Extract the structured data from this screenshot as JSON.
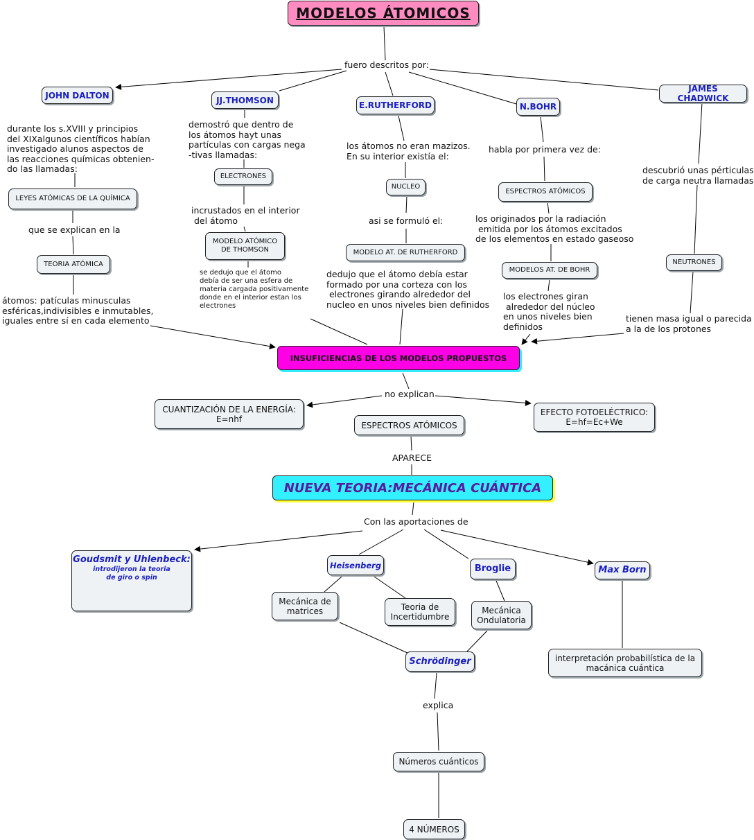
{
  "title": "MODELOS  ÁTOMICOS",
  "linking": {
    "fuero": "fuero descritos por:",
    "dalton_desc": "durante los s.XVIII y principios\ndel XIXalgunos científicos habían\ninvestigado alunos aspectos de\nlas reacciones químicas obtenien-\ndo las llamadas:",
    "que_se_explican": "que se explican en la",
    "atomos_dalton": "átomos: patículas minusculas\nesféricas,indivisibles e inmutables,\niguales entre sí en cada elemento",
    "thomson_desc": "demostró que dentro de\nlos átomos hayt unas\npartículas con cargas nega\n-tivas llamadas:",
    "incrustados": "incrustados en el interior\n del átomo",
    "thomson_dedujo": "se dedujo que el átomo\ndebía de ser una esfera de\nmateria cargada positivamente\ndonde en el interior estan los\nelectrones",
    "rutherford_desc": "los átomos no eran mazizos.\nEn su interior existía el:",
    "asi_formulo": "asi se formuló el:",
    "rutherford_dedujo": "dedujo que el átomo debía estar\nformado por una corteza con los\n electrones girando alrededor del\nnucleo en unos niveles bien definidos",
    "bohr_desc": "habla por primera vez de:",
    "originados": "los originados por la radiación\n emitida por los átomos excitados\nde los elementos en estado gaseoso",
    "electrones_giran": "los electrones giran\n alrededor del núcleo\nen unos niveles bien\ndefinidos",
    "chadwick_desc": "descubrió unas pérticulas\nde carga neutra llamadas:",
    "masa_igual": "tienen masa igual o parecida\na la de los protones",
    "no_explican": "no explican",
    "aparece": "APARECE",
    "con_aportaciones": "Con las aportaciones de",
    "explica": "explica"
  },
  "nodes": {
    "dalton": "JOHN DALTON",
    "thomson": "JJ.THOMSON",
    "rutherford": "E.RUTHERFORD",
    "bohr": "N.BOHR",
    "chadwick": "JAMES CHADWICK",
    "leyes": "LEYES ATÓMICAS DE LA QUÍMICA",
    "teoria_atomica": "TEORIA ATÓMICA",
    "electrones": "ELECTRONES",
    "modelo_thomson": "MODELO ATÓMICO\nDE THOMSON",
    "nucleo": "NUCLEO",
    "modelo_rutherford": "MODELO AT. DE RUTHERFORD",
    "espectros_bohr": "ESPECTROS ATÓMICOS",
    "modelos_bohr": "MODELOS AT. DE BOHR",
    "neutrones": "NEUTRONES",
    "insuficiencias": "INSUFICIENCIAS DE LOS MODELOS PROPUESTOS",
    "cuantizacion": "CUANTIZACIÓN DE LA ENERGÍA:\nE=nhf",
    "espectros": "ESPECTROS ATÓMICOS",
    "efecto": "EFECTO FOTOELÉCTRICO:\nE=hf=Ec+We",
    "nueva_teoria": "NUEVA TEORIA:MECÁNICA CUÁNTICA",
    "goudsmit": "Goudsmit y Uhlenbeck:",
    "goudsmit_sub": "introdijeron la teoria\nde giro o spin",
    "heisenberg": "Heisenberg",
    "broglie": "Broglie",
    "max_born": "Max Born",
    "mecanica_matrices": "Mecánica de\nmatrices",
    "incertidumbre": "Teoria de\nIncertidumbre",
    "ondulatoria": "Mecánica\nOndulatoria",
    "interpretacion": "interpretación probabilística de la\nmacánica cuántica",
    "schrodinger": "Schrödinger",
    "numeros": "Números cuánticos",
    "cuatro": "4 NÚMEROS"
  }
}
